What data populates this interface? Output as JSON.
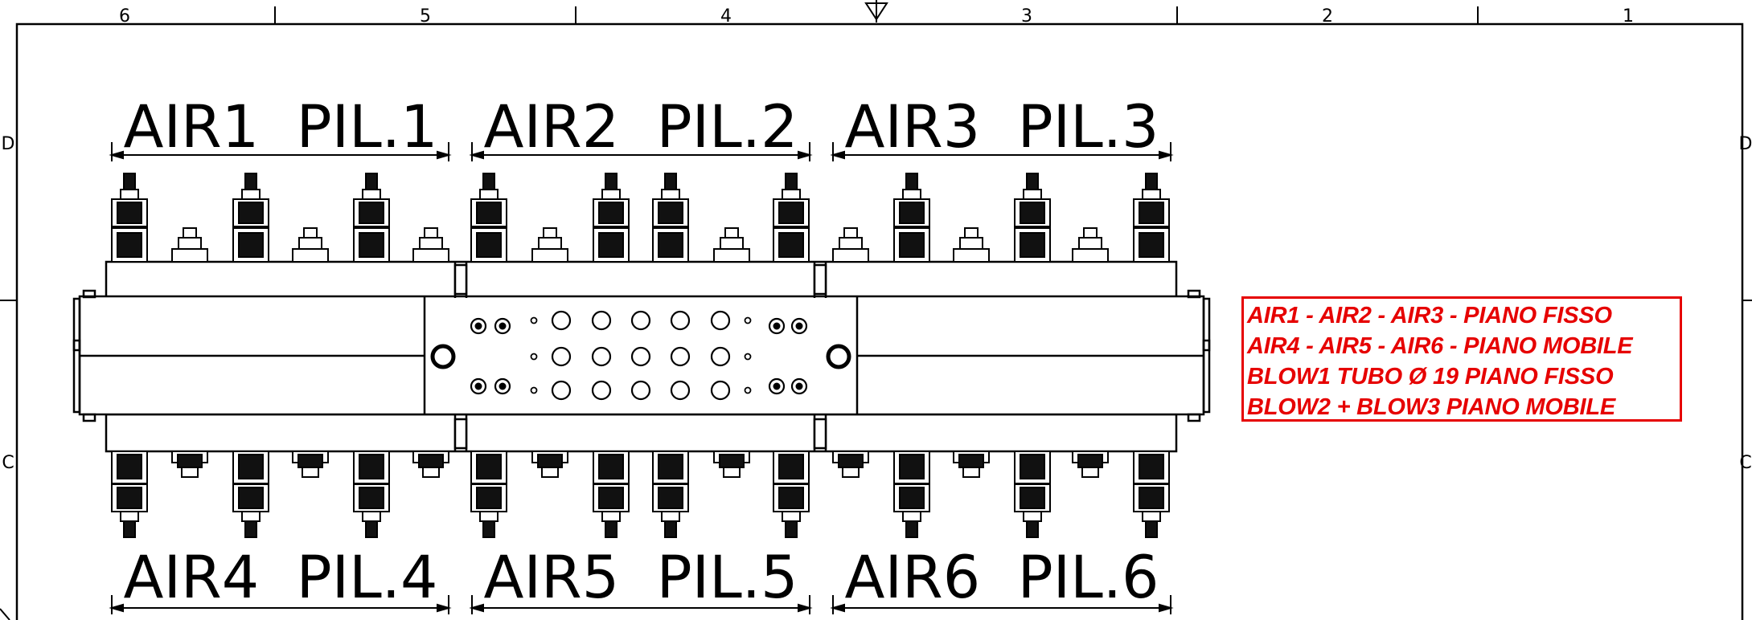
{
  "border": {
    "col_labels": [
      "6",
      "5",
      "4",
      "3",
      "2",
      "1"
    ],
    "row_labels_left": [
      "D",
      "C"
    ],
    "row_labels_right": [
      "D",
      "C"
    ]
  },
  "groups": {
    "top": [
      "AIR1  PIL.1",
      "AIR2  PIL.2",
      "AIR3  PIL.3"
    ],
    "bottom": [
      "AIR4  PIL.4",
      "AIR5  PIL.5",
      "AIR6  PIL.6"
    ]
  },
  "notes": [
    "AIR1 - AIR2 - AIR3 - PIANO FISSO",
    "AIR4 - AIR5 - AIR6 - PIANO MOBILE",
    "BLOW1 TUBO Ø  19 PIANO FISSO",
    "BLOW2 + BLOW3 PIANO MOBILE"
  ],
  "colors": {
    "line": "#000000",
    "note": "#e60000"
  },
  "icons": {
    "projection_symbol": "first-angle-projection-icon"
  }
}
